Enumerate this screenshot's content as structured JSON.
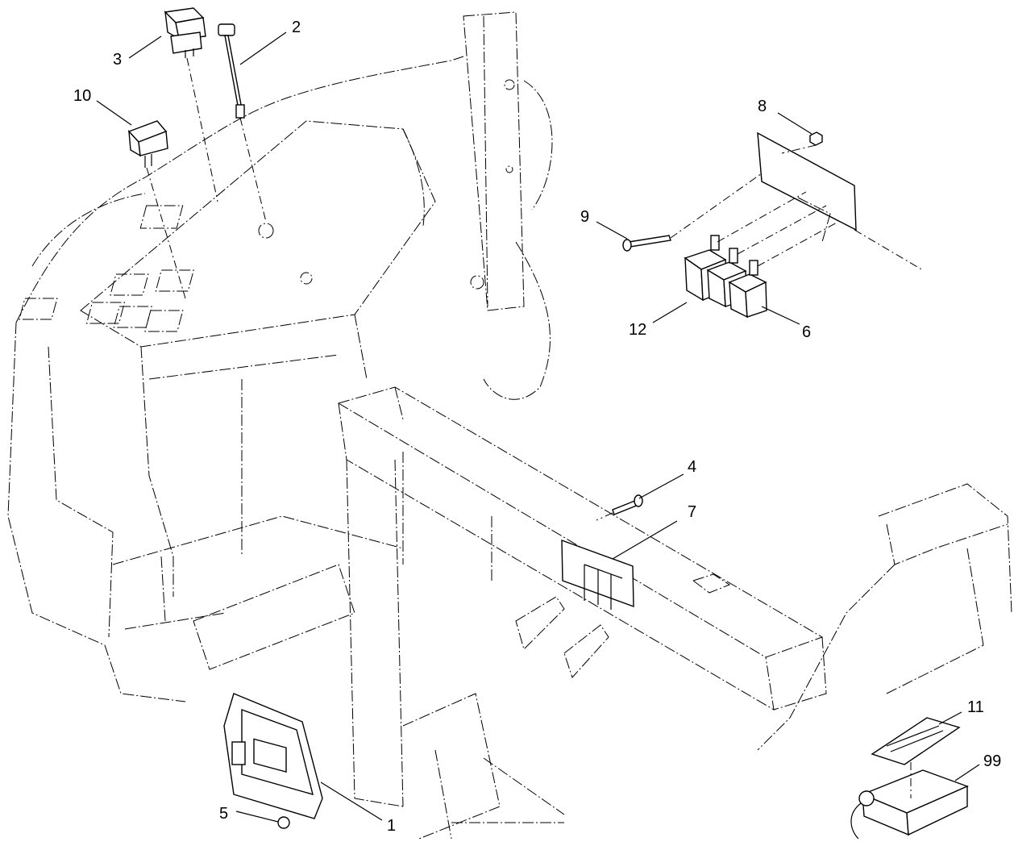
{
  "callouts": {
    "c1": "1",
    "c2": "2",
    "c3": "3",
    "c4": "4",
    "c5": "5",
    "c6": "6",
    "c7": "7",
    "c8": "8",
    "c9": "9",
    "c10": "10",
    "c11": "11",
    "c12": "12",
    "c99": "99"
  }
}
